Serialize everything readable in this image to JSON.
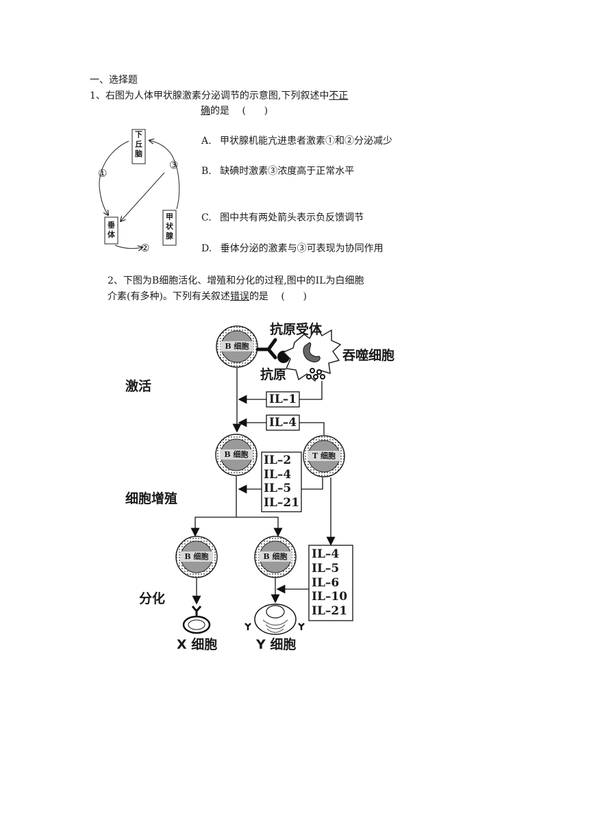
{
  "section": {
    "heading": "一、选择题"
  },
  "q1": {
    "stem_pre": "1、右图为人体甲状腺激素分泌调节的示意图,下列叙述中",
    "stem_u1": "不正",
    "stem_u2": "确",
    "stem_post": "的是",
    "paren": "(      )",
    "diagram": {
      "hypothalamus": "下丘脑",
      "pituitary": "垂体",
      "thyroid": "甲状腺",
      "label1": "①",
      "label2": "②",
      "label3": "③"
    },
    "options": [
      {
        "letter": "A.",
        "text": "甲状腺机能亢进患者激素①和②分泌减少"
      },
      {
        "letter": "B.",
        "text": "缺碘时激素③浓度高于正常水平"
      },
      {
        "letter": "C.",
        "text": "图中共有两处箭头表示负反馈调节"
      },
      {
        "letter": "D.",
        "text": "垂体分泌的激素与③可表现为协同作用"
      }
    ]
  },
  "q2": {
    "stem_line1": "2、下图为B细胞活化、增殖和分化的过程,图中的IL为白细胞",
    "stem_line2_pre": "介素(有多种)。下列有关叙述",
    "stem_line2_u": "错误",
    "stem_line2_post": "的是",
    "paren": "(      )",
    "diagram": {
      "antigen_receptor": "抗原受体",
      "phagocyte": "吞噬细胞",
      "antigen": "抗原",
      "stage_activate": "激活",
      "stage_proliferate": "细胞增殖",
      "stage_differentiate": "分化",
      "b_cell": "B 细胞",
      "t_cell": "T 细胞",
      "il1": "IL–1",
      "il4": "IL–4",
      "box1": [
        "IL–2",
        "IL–4",
        "IL–5",
        "IL–21"
      ],
      "box2": [
        "IL–4",
        "IL–5",
        "IL–6",
        "IL–10",
        "IL–21"
      ],
      "x_cell": "X 细胞",
      "y_cell": "Y 细胞"
    }
  }
}
